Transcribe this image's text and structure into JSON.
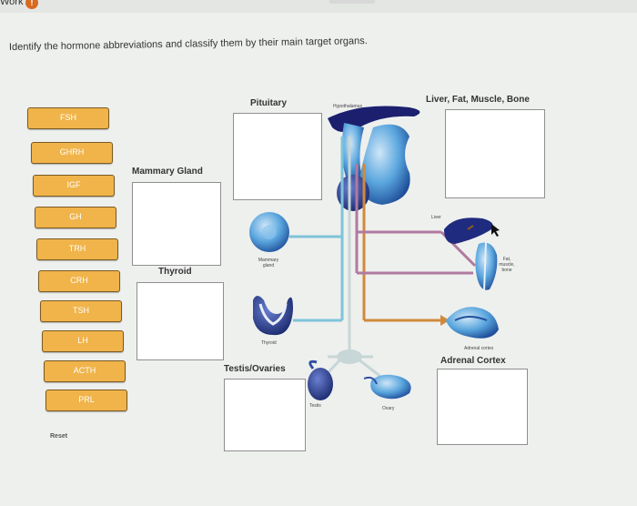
{
  "header": {
    "work_label": "Work",
    "badge": "!"
  },
  "instruction": "Identify the hormone abbreviations and classify them by their main target organs.",
  "hormone_cards": [
    "FSH",
    "GHRH",
    "IGF",
    "GH",
    "TRH",
    "CRH",
    "TSH",
    "LH",
    "ACTH",
    "PRL"
  ],
  "targets": {
    "pituitary": "Pituitary",
    "liver_fat_muscle_bone": "Liver, Fat, Muscle, Bone",
    "mammary_gland": "Mammary Gland",
    "thyroid": "Thyroid",
    "testis_ovaries": "Testis/Ovaries",
    "adrenal_cortex": "Adrenal Cortex"
  },
  "diagram_labels": {
    "hypothalamus": "Hypothalamus",
    "liver": "Liver",
    "fat_muscle_bone": "Fat, muscle, bone",
    "mammary": "Mammary gland",
    "thyroid": "Thyroid",
    "adrenal": "Adrenal cortex",
    "testis": "Testis",
    "ovary": "Ovary"
  },
  "reset_label": "Reset",
  "colors": {
    "card_fill": "#f0b44a",
    "arrow_blue": "#7fc4d8",
    "arrow_pink": "#b07aa0",
    "arrow_orange": "#d08a3c",
    "arrow_gray": "#c7d6d6"
  }
}
